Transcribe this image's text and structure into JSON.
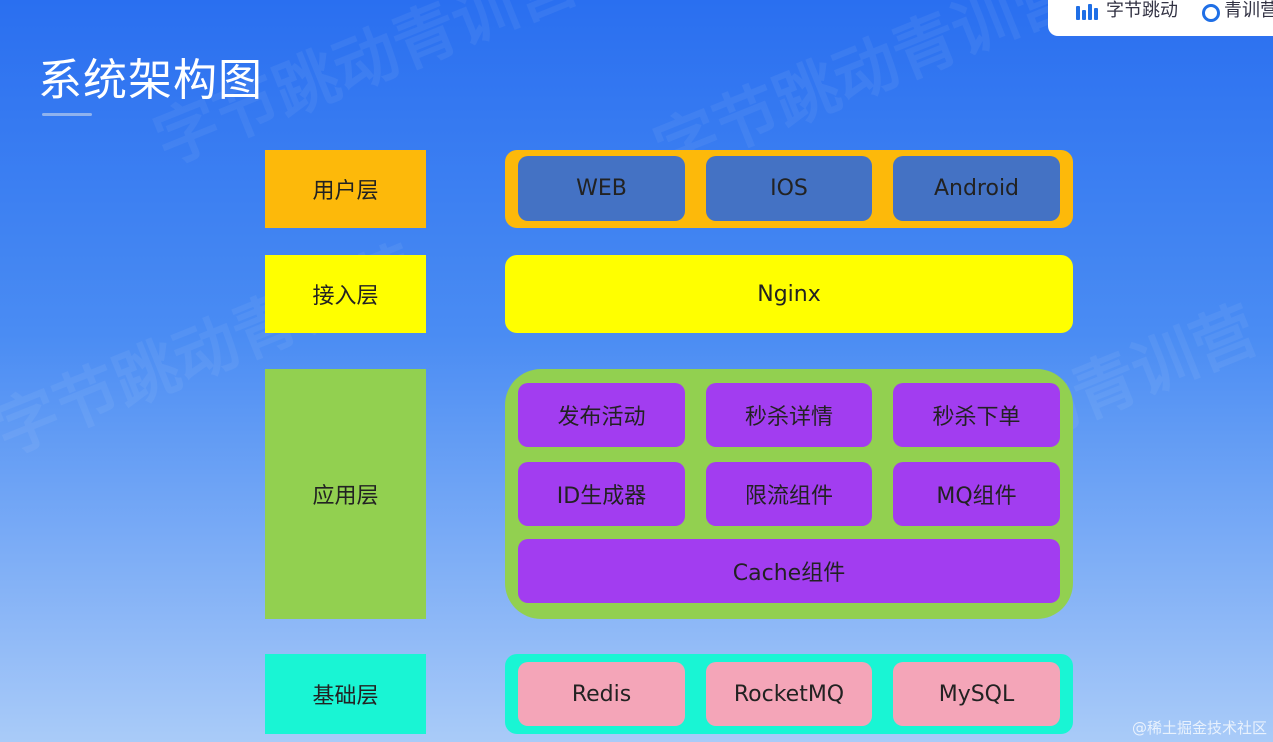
{
  "title": "系统架构图",
  "brand": {
    "company": "字节跳动",
    "program": "青训营"
  },
  "watermark_bg": "字节跳动青训营",
  "layers": [
    {
      "label": "用户层",
      "color": "#fdb90a",
      "items": [
        "WEB",
        "IOS",
        "Android"
      ]
    },
    {
      "label": "接入层",
      "color": "#ffff00",
      "items": [
        "Nginx"
      ]
    },
    {
      "label": "应用层",
      "color": "#92d050",
      "items": [
        "发布活动",
        "秒杀详情",
        "秒杀下单",
        "ID生成器",
        "限流组件",
        "MQ组件",
        "Cache组件"
      ]
    },
    {
      "label": "基础层",
      "color": "#19f5d4",
      "items": [
        "Redis",
        "RocketMQ",
        "MySQL"
      ]
    }
  ],
  "corner_watermark": "@稀土掘金技术社区"
}
